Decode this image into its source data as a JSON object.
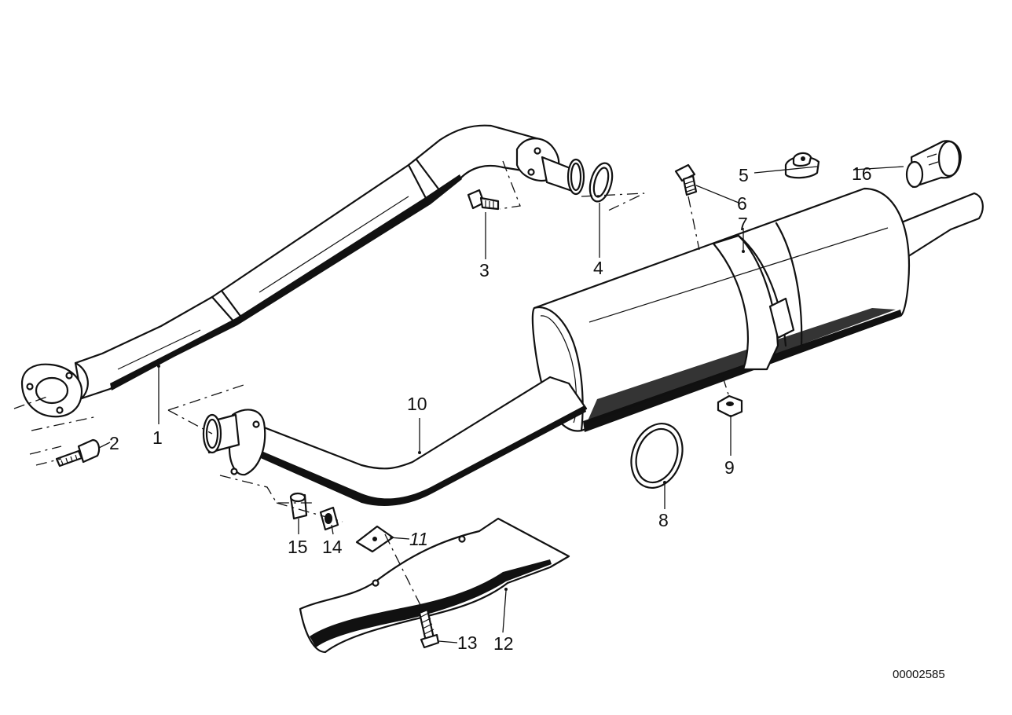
{
  "callouts": [
    "1",
    "2",
    "3",
    "4",
    "5",
    "6",
    "7",
    "8",
    "9",
    "10",
    "11",
    "12",
    "13",
    "14",
    "15",
    "16"
  ],
  "document_number": "00002585"
}
